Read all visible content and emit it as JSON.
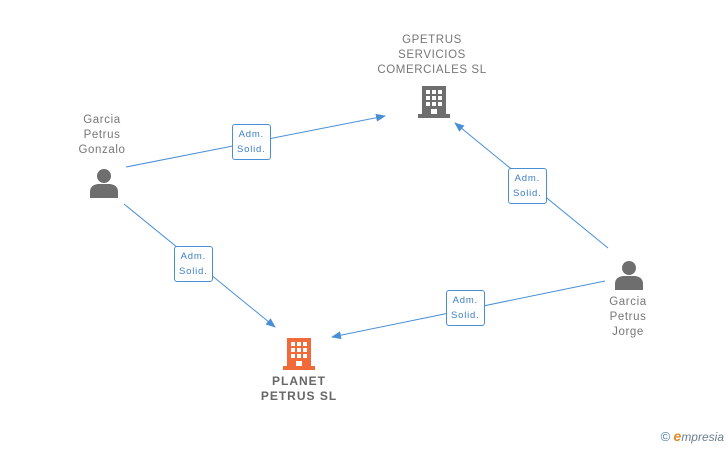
{
  "nodes": [
    {
      "id": "gpetrus",
      "type": "company",
      "label": [
        "GPETRUS",
        "SERVICIOS",
        "COMERCIALES SL"
      ]
    },
    {
      "id": "planet",
      "type": "company",
      "label": [
        "PLANET",
        "PETRUS SL"
      ]
    },
    {
      "id": "gonzalo",
      "type": "person",
      "label": [
        "Garcia",
        "Petrus",
        "Gonzalo"
      ]
    },
    {
      "id": "jorge",
      "type": "person",
      "label": [
        "Garcia",
        "Petrus",
        "Jorge"
      ]
    }
  ],
  "edges": [
    {
      "from": "gonzalo",
      "to": "gpetrus",
      "label": [
        "Adm.",
        "Solid."
      ]
    },
    {
      "from": "jorge",
      "to": "gpetrus",
      "label": [
        "Adm.",
        "Solid."
      ]
    },
    {
      "from": "gonzalo",
      "to": "planet",
      "label": [
        "Adm.",
        "Solid."
      ]
    },
    {
      "from": "jorge",
      "to": "planet",
      "label": [
        "Adm.",
        "Solid."
      ]
    }
  ],
  "colors": {
    "edge": "#4a8fd6",
    "company": "#6e6e6e",
    "company_highlight": "#f06a3a",
    "person": "#6e6e6e"
  },
  "icons": {
    "company": "building-icon",
    "person": "person-icon"
  },
  "watermark": {
    "copyright": "©",
    "brand_initial": "e",
    "brand_rest": "mpresia"
  }
}
